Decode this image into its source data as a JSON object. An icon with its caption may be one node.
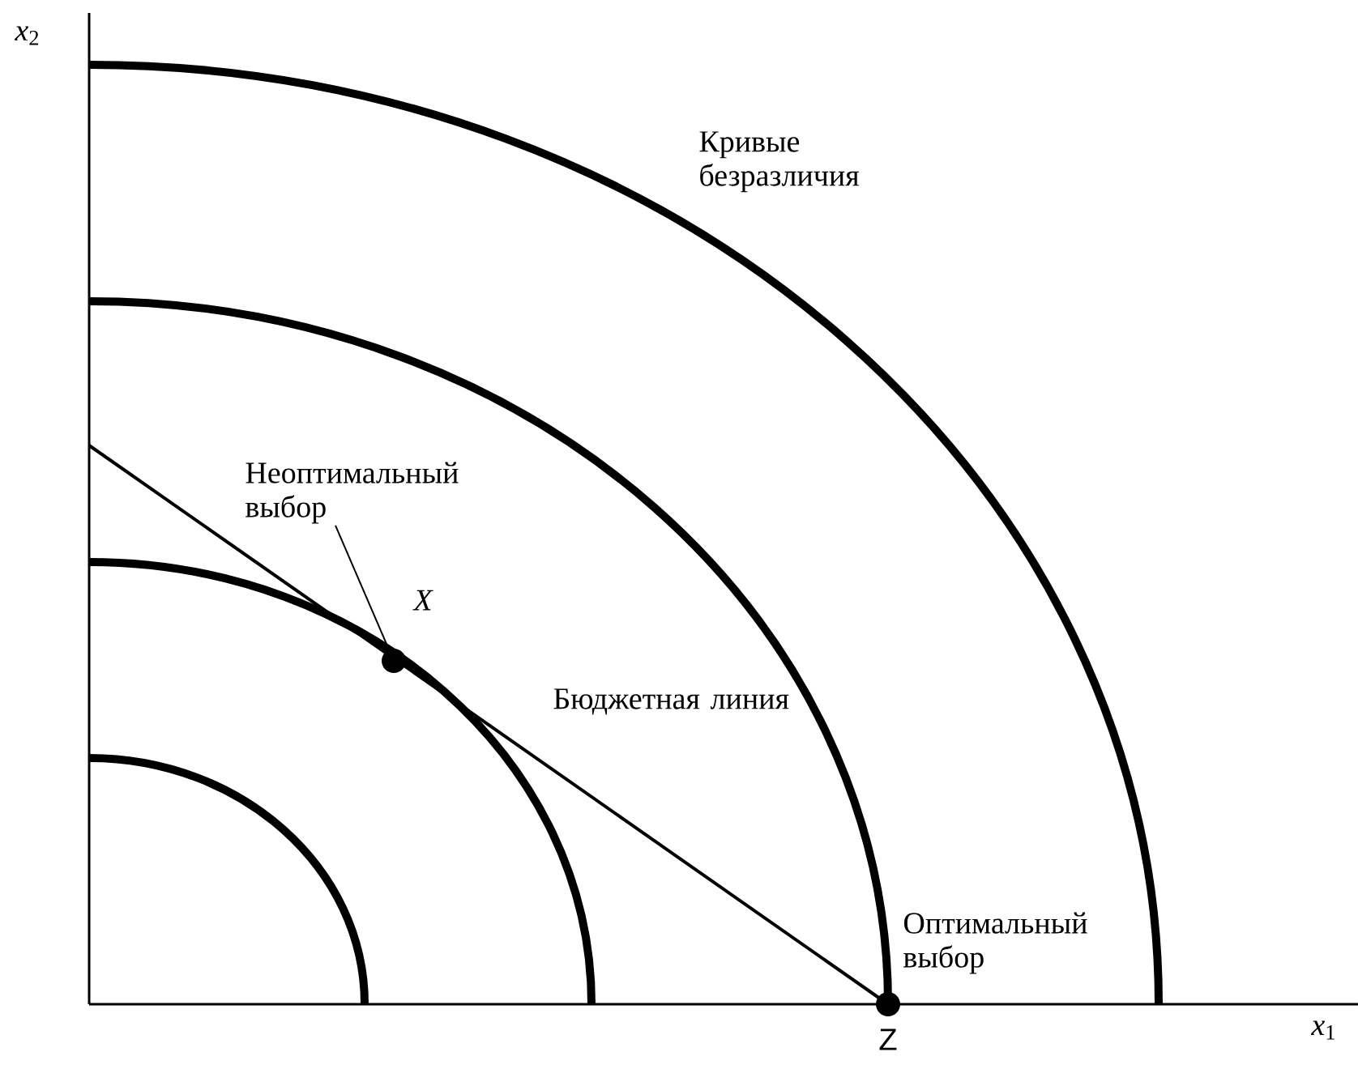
{
  "diagram": {
    "nodes": [
      {
        "text": [
          "Неоптимальный выбор"
        ]
      },
      {
        "text": [],
        "shape": "circle",
        "beside": [
          "*X*"
        ]
      },
      {
        "text": [],
        "shape": "circle",
        "beside": [
          "Оптимальный выбор",
          "Z"
        ]
      }
    ],
    "edges": [
      {
        "from": 0,
        "to": 1,
        "arrow": "none"
      }
    ],
    "labels": [
      "*x*$_{2}$",
      "Кривые безразличия",
      "Бюджетная линия",
      "*x*$_{1}$"
    ]
  }
}
